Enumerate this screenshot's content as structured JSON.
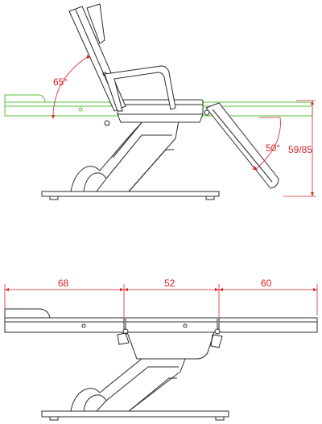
{
  "top_view": {
    "backrest_angle_label": "65°",
    "leg_angle_label": "50°",
    "height_label": "59/85"
  },
  "bottom_view": {
    "head_section_label": "68",
    "seat_section_label": "52",
    "leg_section_label": "60"
  },
  "colors": {
    "dimension": "#d8242a",
    "flat_position": "#5bbf3a",
    "outline": "#2b2b2b"
  }
}
